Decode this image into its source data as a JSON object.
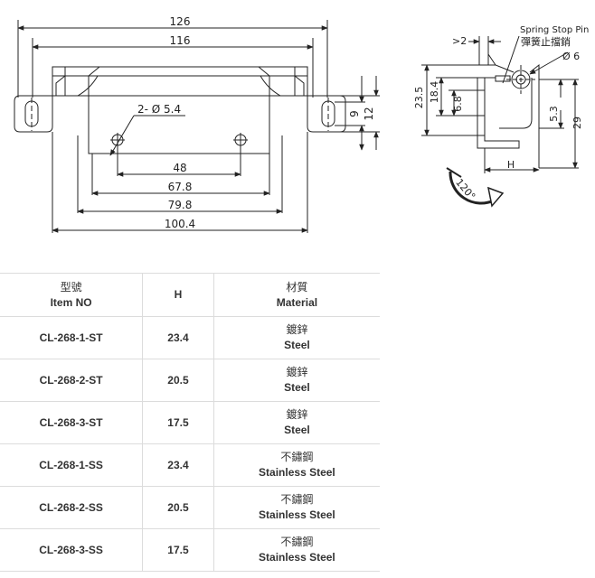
{
  "drawing": {
    "dims": {
      "d126": "126",
      "d116": "116",
      "hole": "2- Ø 5.4",
      "d48": "48",
      "d67_8": "67.8",
      "d79_8": "79.8",
      "d100_4": "100.4",
      "d9": "9",
      "d12": "12",
      "d_gt2": ">2",
      "d23_5": "23.5",
      "d18_4": "18.4",
      "d6_8": "6.8",
      "d5_3": "5.3",
      "d29": "29",
      "dH": "H",
      "d6": "Ø 6",
      "angle": "120°"
    },
    "callout_en": "Spring Stop Pin",
    "callout_zh": "彈簧止擋銷"
  },
  "table": {
    "headers": [
      {
        "zh": "型號",
        "en": "Item NO"
      },
      {
        "zh": "",
        "en": "H"
      },
      {
        "zh": "材質",
        "en": "Material"
      }
    ],
    "rows": [
      {
        "item": "CL-268-1-ST",
        "h": "23.4",
        "mat_zh": "鍍鋅",
        "mat_en": "Steel"
      },
      {
        "item": "CL-268-2-ST",
        "h": "20.5",
        "mat_zh": "鍍鋅",
        "mat_en": "Steel"
      },
      {
        "item": "CL-268-3-ST",
        "h": "17.5",
        "mat_zh": "鍍鋅",
        "mat_en": "Steel"
      },
      {
        "item": "CL-268-1-SS",
        "h": "23.4",
        "mat_zh": "不鏽鋼",
        "mat_en": "Stainless Steel"
      },
      {
        "item": "CL-268-2-SS",
        "h": "20.5",
        "mat_zh": "不鏽鋼",
        "mat_en": "Stainless Steel"
      },
      {
        "item": "CL-268-3-SS",
        "h": "17.5",
        "mat_zh": "不鏽鋼",
        "mat_en": "Stainless Steel"
      }
    ]
  },
  "colors": {
    "line": "#222222",
    "border": "#dcdcdc"
  }
}
